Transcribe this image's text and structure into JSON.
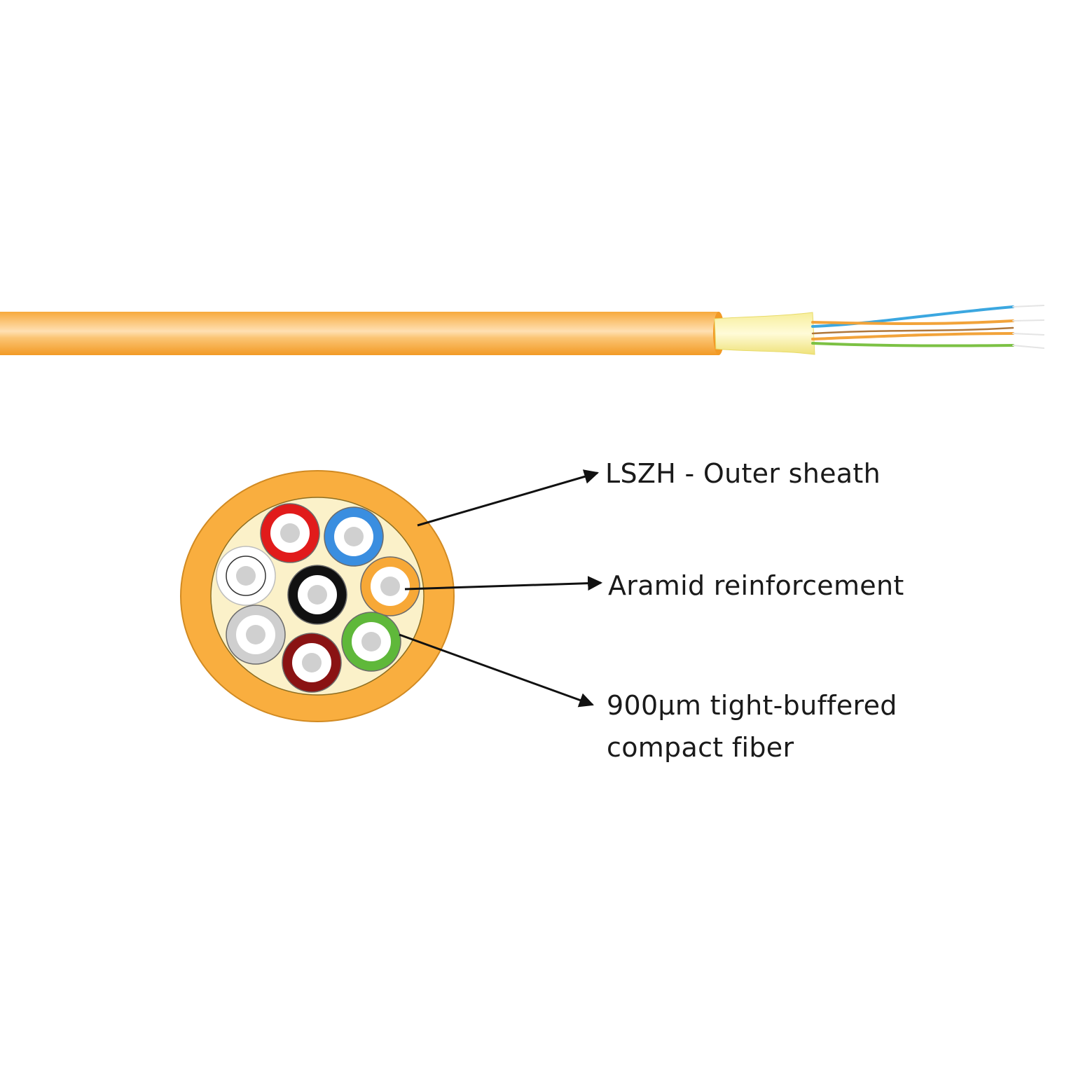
{
  "labels": {
    "outer_sheath": "LSZH - Outer sheath",
    "aramid": "Aramid reinforcement",
    "fiber_line1": "900µm tight-buffered",
    "fiber_line2": "compact fiber"
  },
  "colors": {
    "sheath": "#F9AE3F",
    "sheath_highlight": "#FFE2B8",
    "aramid": "#FBF1C9",
    "aramid_strands": "#F3E98A",
    "fiber_core": "#D0D0D0",
    "arrow": "#111111"
  },
  "fibers": [
    {
      "name": "red-fiber",
      "color": "#E11B1B"
    },
    {
      "name": "blue-fiber",
      "color": "#3A8EE0"
    },
    {
      "name": "white-fiber",
      "color": "#FFFFFF"
    },
    {
      "name": "black-fiber",
      "color": "#111111"
    },
    {
      "name": "orange-fiber",
      "color": "#F7A837"
    },
    {
      "name": "grey-fiber",
      "color": "#CFCFCF"
    },
    {
      "name": "green-fiber",
      "color": "#5FB83A"
    },
    {
      "name": "brown-fiber",
      "color": "#8A1313"
    }
  ]
}
